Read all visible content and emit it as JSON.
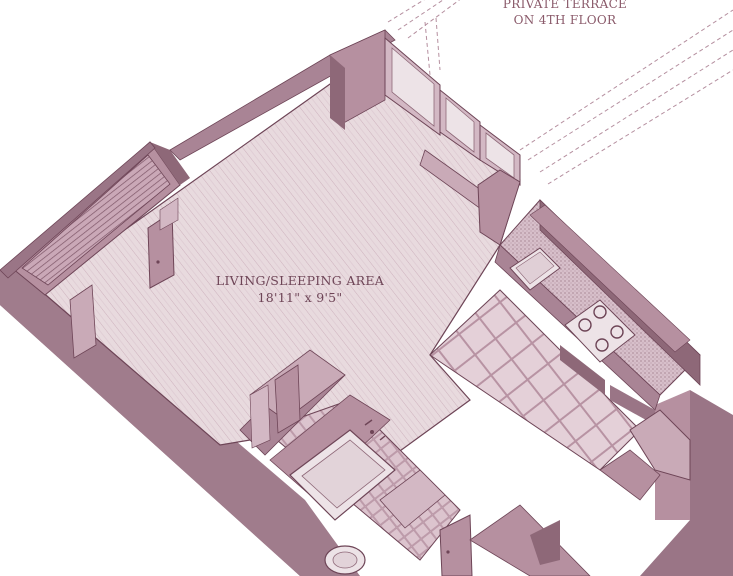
{
  "labels": {
    "terrace_line1": "PRIVATE TERRACE",
    "terrace_line2": "ON 4TH FLOOR",
    "room_name": "LIVING/SLEEPING AREA",
    "room_dims": "18'11\" x 9'5\""
  },
  "colors": {
    "wall_dark": "#8e6878",
    "wall_mid": "#b690a0",
    "wall_light": "#d3b8c4",
    "floor_base": "#e7d8de",
    "floor_line": "#c9aab7",
    "tile_base": "#e2cdd6",
    "outline": "#6e4557",
    "label": "#8a5a6a"
  }
}
